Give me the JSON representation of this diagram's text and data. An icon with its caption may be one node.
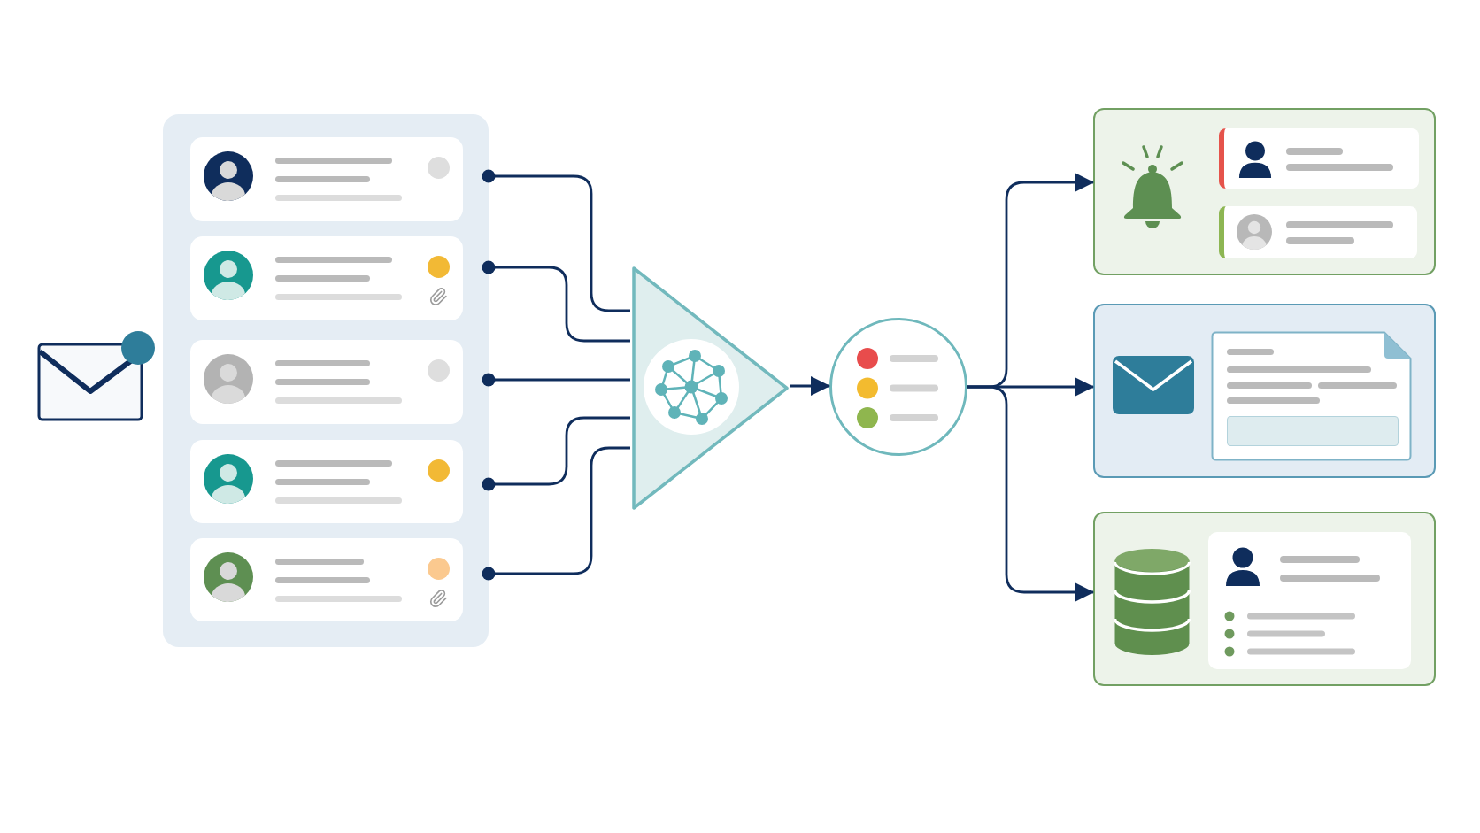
{
  "diagram": {
    "nodes": [
      {
        "text": [],
        "shape": "box"
      },
      {
        "text": [],
        "shape": "box",
        "in": 0
      },
      {
        "text": [],
        "shape": "box",
        "in": 0
      },
      {
        "text": [],
        "shape": "box",
        "in": 0
      },
      {
        "text": [],
        "shape": "box",
        "in": 0
      },
      {
        "text": [],
        "shape": "box",
        "in": 0
      },
      {
        "text": [],
        "shape": "triangle"
      },
      {
        "text": [],
        "shape": "circle"
      },
      {
        "text": [],
        "shape": "box"
      },
      {
        "text": [],
        "shape": "box"
      },
      {
        "text": [],
        "shape": "box"
      }
    ],
    "edges": [
      {
        "from": 1,
        "to": 6,
        "arrow": "other"
      },
      {
        "from": 2,
        "to": 6,
        "arrow": "other"
      },
      {
        "from": 3,
        "to": 6,
        "arrow": "other"
      },
      {
        "from": 4,
        "to": 6,
        "arrow": "other"
      },
      {
        "from": 5,
        "to": 6,
        "arrow": "other"
      },
      {
        "from": 6,
        "to": 7,
        "arrow": "to"
      },
      {
        "from": 7,
        "to": 8,
        "arrow": "to"
      },
      {
        "from": 7,
        "to": 9,
        "arrow": "to"
      },
      {
        "from": 7,
        "to": 10,
        "arrow": "to"
      }
    ]
  }
}
